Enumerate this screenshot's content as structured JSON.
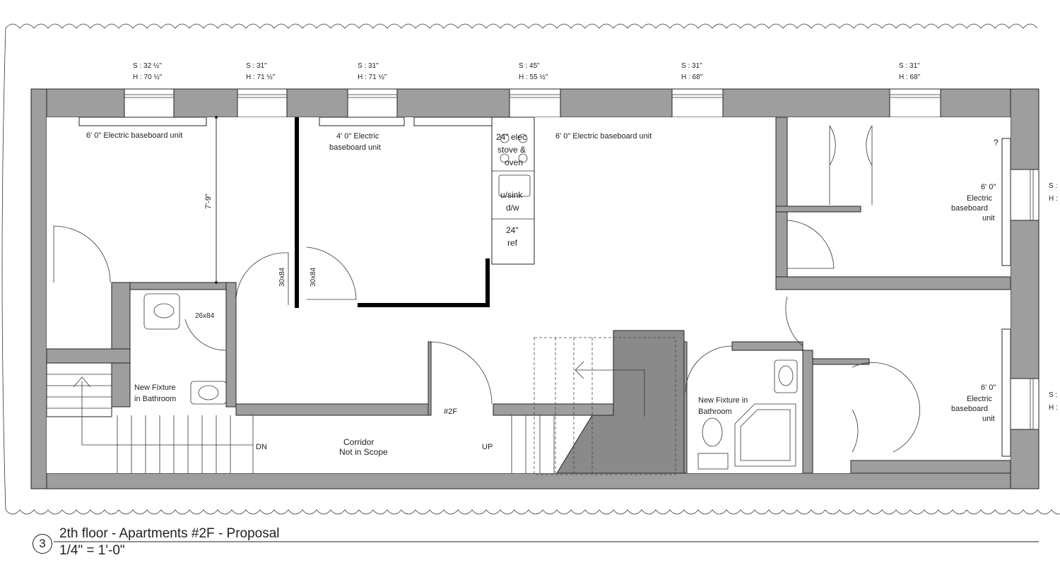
{
  "sheet": {
    "view_number": "3",
    "view_title": "2th floor - Apartments #2F - Proposal",
    "view_scale": "1/4\" = 1'-0\""
  },
  "windows": [
    {
      "s": "S : 32 ½\"",
      "h": "H : 70 ½\""
    },
    {
      "s": "S : 31\"",
      "h": "H : 71 ½\""
    },
    {
      "s": "S : 31\"",
      "h": "H : 71 ½\""
    },
    {
      "s": "S : 45\"",
      "h": "H : 55 ½\""
    },
    {
      "s": "S : 31\"",
      "h": "H : 68\""
    },
    {
      "s": "S : 31\"",
      "h": "H : 68\""
    },
    {
      "s": "S :",
      "h": "H :"
    },
    {
      "s": "S :",
      "h": "H :"
    }
  ],
  "labels": {
    "baseboard_6_left": "6' 0\" Electric baseboard unit",
    "baseboard_4_line1": "4' 0\" Electric",
    "baseboard_4_line2": "baseboard unit",
    "baseboard_6_right": "6' 0\" Electric baseboard unit",
    "stove_line1": "24\" elec",
    "stove_line2": "stove &",
    "stove_line3": "oven",
    "sink_line1": "u/sink",
    "sink_line2": "d/w",
    "ref_line1": "24\"",
    "ref_line2": "ref",
    "dim_height": "7'-9\"",
    "door_30x84_a": "30x84",
    "door_30x84_b": "30x84",
    "door_26x84": "26x84",
    "bath_left_line1": "New Fixture",
    "bath_left_line2": "in Bathroom",
    "bath_right_line1": "New Fixture in",
    "bath_right_line2": "Bathroom",
    "baseboard_upper_line1": "6' 0\"",
    "baseboard_upper_line2": "Electric",
    "baseboard_upper_line3": "baseboard",
    "baseboard_upper_line4": "unit",
    "baseboard_lower_line1": "6' 0\"",
    "baseboard_lower_line2": "Electric",
    "baseboard_lower_line3": "baseboard",
    "baseboard_lower_line4": "unit",
    "dn": "DN",
    "up": "UP",
    "corridor_line1": "Corridor",
    "corridor_line2": "Not in Scope",
    "unit": "#2F",
    "question": "?"
  }
}
